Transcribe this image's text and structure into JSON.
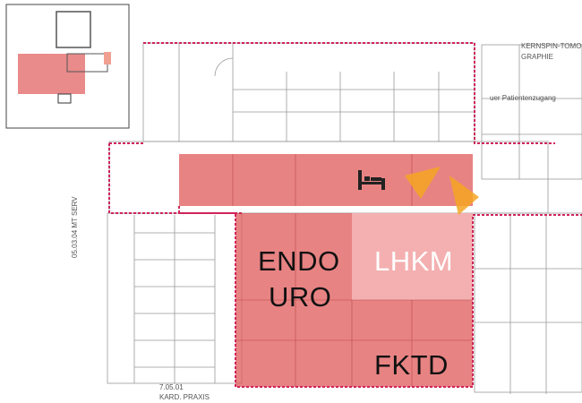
{
  "map": {
    "zones": [
      {
        "id": "endo-uro",
        "label_lines": [
          "ENDO",
          "URO"
        ],
        "color": "#e05a5a"
      },
      {
        "id": "lhkm",
        "label": "LHKM",
        "color": "#f2a8a8"
      },
      {
        "id": "fktd",
        "label": "FKTD",
        "color": "#e05a5a"
      },
      {
        "id": "corridor",
        "icon": "bed-icon",
        "color": "#e05a5a"
      }
    ],
    "room_labels": {
      "kernspin_1": "KERNSPIN-TOMO-",
      "kernspin_2": "GRAPHIE",
      "patientenzugang": "uer Patientenzugang",
      "mt_serv": "05.03.04 MT SERV",
      "kard_num": "7.05.01",
      "kard_name": "KARD. PRAXIS"
    },
    "colors": {
      "highlight": "#e05a5a",
      "highlight_light": "#f4b0b0",
      "boundary": "#d0245a",
      "viewpoint": "#f5a623"
    },
    "minimap": {
      "icon": "minimap-overview"
    },
    "viewpoint_icon": "view-cone-icon"
  }
}
